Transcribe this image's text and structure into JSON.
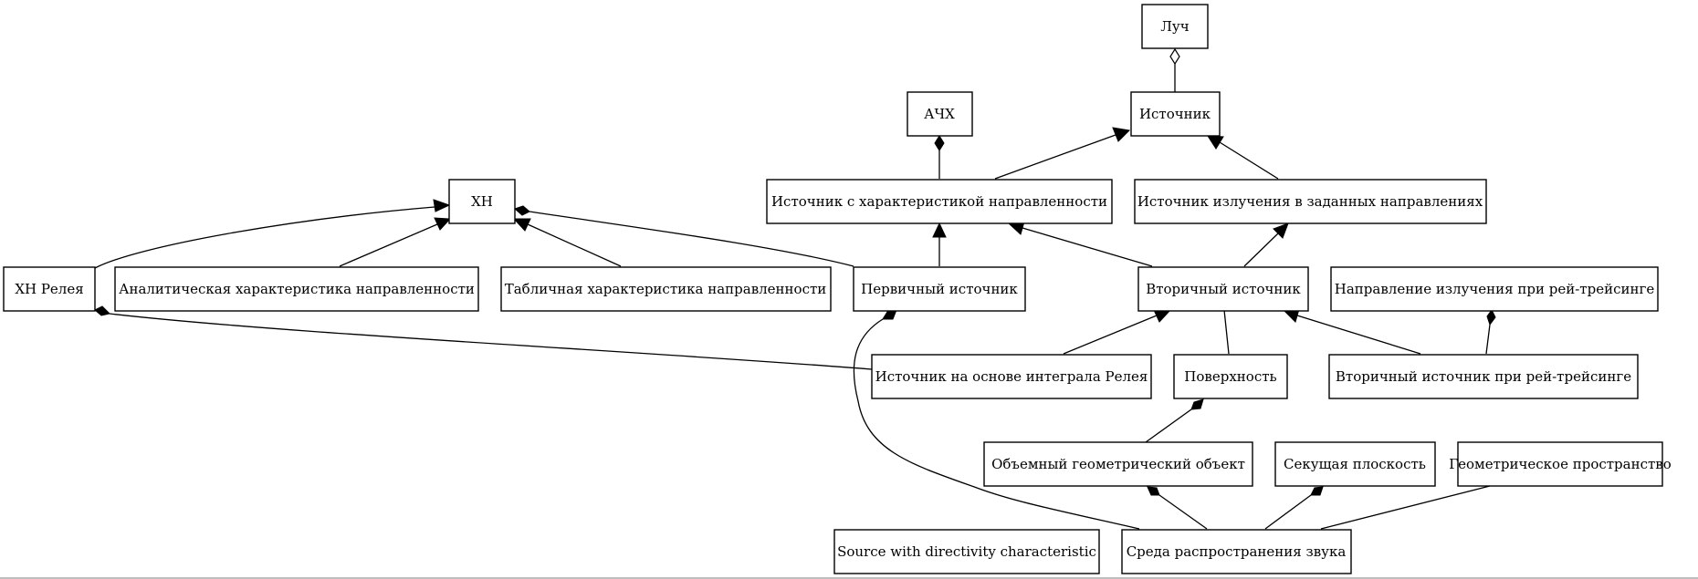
{
  "nodes": {
    "luch": "Луч",
    "istochnik": "Источник",
    "achh": "АЧХ",
    "xn": "ХН",
    "ist_har_napr": "Источник с характеристикой направленности",
    "ist_izl_napr": "Источник излучения в заданных направлениях",
    "xn_releya": "ХН Релея",
    "analit_har": "Аналитическая характеристика направленности",
    "tabl_har": "Табличная характеристика направленности",
    "perv_ist": "Первичный источник",
    "vtor_ist": "Вторичный источник",
    "napr_izl_rt": "Направление излучения при рей-трейсинге",
    "ist_integr_releya": "Источник на основе интеграла Релея",
    "poverhnost": "Поверхность",
    "vtor_ist_rt": "Вторичный источник при рей-трейсинге",
    "obem_geom": "Объемный геометрический объект",
    "sek_plosk": "Секущая плоскость",
    "geom_prostr": "Геометрическое пространство",
    "source_dir": "Source with directivity characteristic",
    "sreda": "Среда распространения звука"
  }
}
